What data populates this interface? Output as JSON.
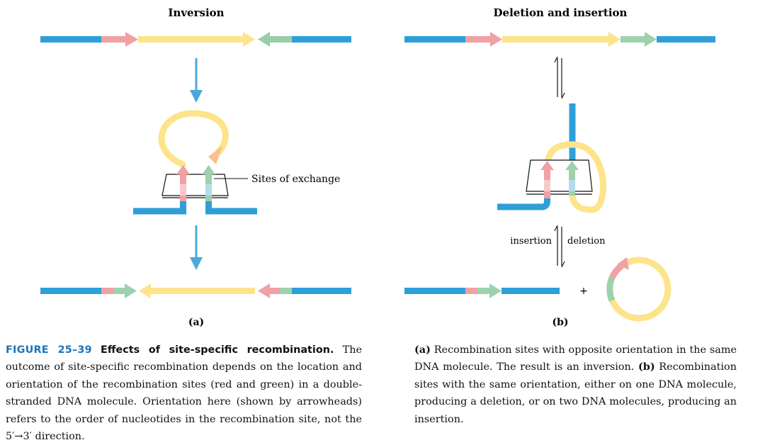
{
  "panels": {
    "a": {
      "title": "Inversion",
      "label": "(a)",
      "callout": "Sites of exchange"
    },
    "b": {
      "title": "Deletion and insertion",
      "label": "(b)",
      "insertion": "insertion",
      "deletion": "deletion",
      "plus": "+"
    }
  },
  "colors": {
    "dna": "#2e9fd8",
    "red_site": "#f1a0a4",
    "green_site": "#9dd2ad",
    "yellow": "#fde38a",
    "arrow": "#4aa8dc",
    "figure_label": "#1c74b9"
  },
  "caption": {
    "left": {
      "figure_label": "FIGURE 25–39",
      "title": "Effects of site-specific recombination.",
      "text": " The outcome of site-specific recombination depends on the location and orientation of the recombination sites (red and green) in a double-stranded DNA molecule. Orientation here (shown by arrowheads) refers to the order of nucleotides in the recombination site, not the 5′→3′ direction."
    },
    "right": {
      "a_label": "(a)",
      "a_text": " Recombination sites with opposite orientation in the same DNA molecule. The result is an inversion. ",
      "b_label": "(b)",
      "b_text": " Recombination sites with the same orientation, either on one DNA molecule, producing a deletion, or on two DNA molecules, producing an insertion."
    }
  }
}
